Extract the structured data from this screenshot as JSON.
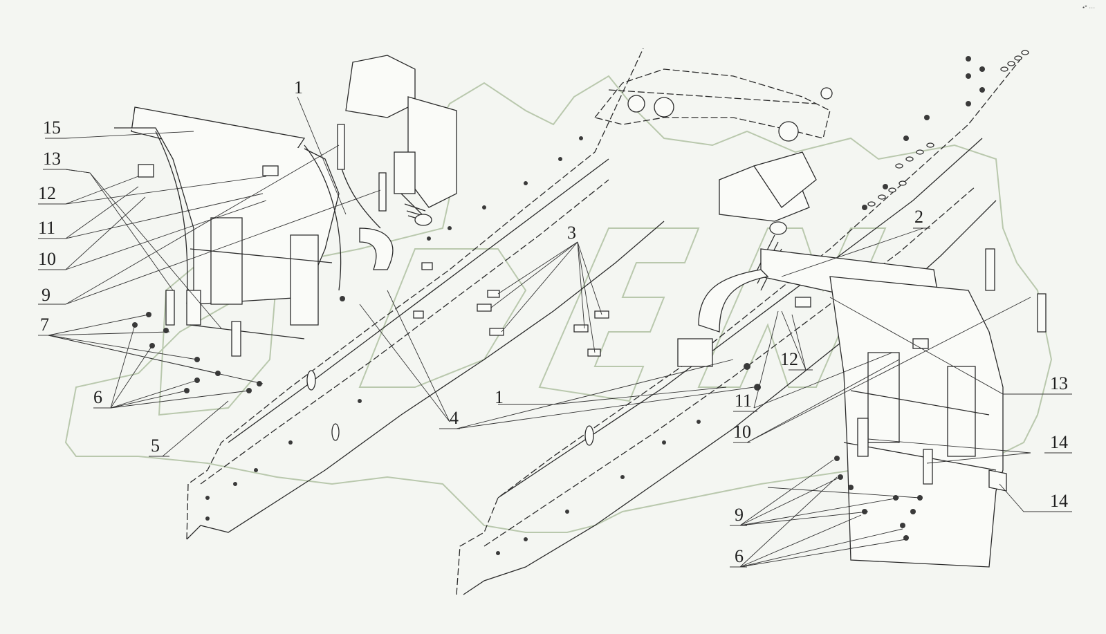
{
  "corner_mark": "•° ···",
  "callouts": [
    {
      "id": "c1",
      "text": "1"
    },
    {
      "id": "c2",
      "text": "2"
    },
    {
      "id": "c3",
      "text": "3"
    },
    {
      "id": "c4",
      "text": "4"
    },
    {
      "id": "c5",
      "text": "5"
    },
    {
      "id": "c6-left",
      "text": "6"
    },
    {
      "id": "c6-right",
      "text": "6"
    },
    {
      "id": "c7-left",
      "text": "7"
    },
    {
      "id": "c7-right",
      "text": "7"
    },
    {
      "id": "c9-left",
      "text": "9"
    },
    {
      "id": "c9-right",
      "text": "9"
    },
    {
      "id": "c10-left",
      "text": "10"
    },
    {
      "id": "c10-right",
      "text": "10"
    },
    {
      "id": "c11-left",
      "text": "11"
    },
    {
      "id": "c11-right",
      "text": "11"
    },
    {
      "id": "c12-left",
      "text": "12"
    },
    {
      "id": "c12-right",
      "text": "12"
    },
    {
      "id": "c13-left",
      "text": "13"
    },
    {
      "id": "c13-right",
      "text": "13"
    },
    {
      "id": "c14",
      "text": "14"
    },
    {
      "id": "c15",
      "text": "15"
    }
  ],
  "colors": {
    "background": "#f4f6f2",
    "lines": "#2a2a2a",
    "watermark": "#b9c8ad"
  }
}
